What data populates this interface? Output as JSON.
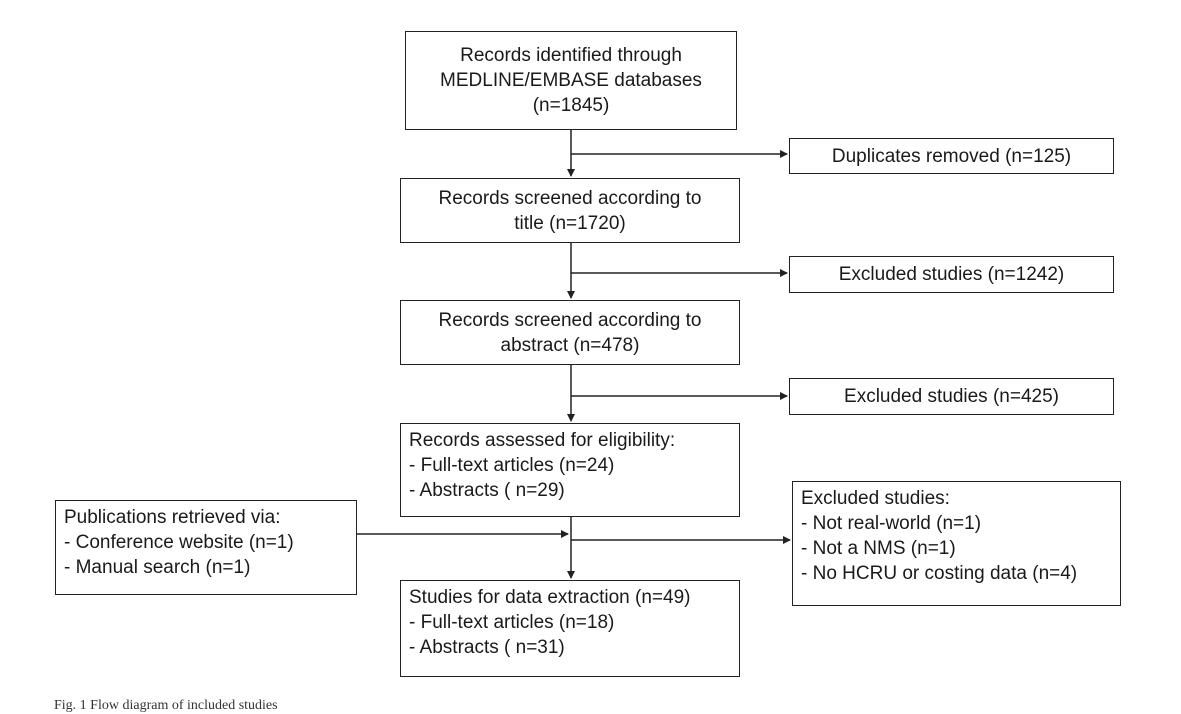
{
  "boxes": {
    "identified": {
      "lines": [
        "Records identified through",
        "MEDLINE/EMBASE databases",
        "(n=1845)"
      ]
    },
    "duplicates": {
      "lines": [
        "Duplicates removed (n=125)"
      ]
    },
    "screened_title": {
      "lines": [
        "Records screened according to",
        "title (n=1720)"
      ]
    },
    "excluded_title": {
      "lines": [
        "Excluded studies (n=1242)"
      ]
    },
    "screened_abstract": {
      "lines": [
        "Records screened according to",
        "abstract (n=478)"
      ]
    },
    "excluded_abstract": {
      "lines": [
        "Excluded studies (n=425)"
      ]
    },
    "eligibility": {
      "lines": [
        "Records assessed for eligibility:",
        "- Full-text articles (n=24)",
        "- Abstracts ( n=29)"
      ]
    },
    "excluded_eligibility": {
      "lines": [
        "Excluded studies:",
        "- Not real-world (n=1)",
        "- Not a NMS (n=1)",
        "- No HCRU or costing data (n=4)"
      ]
    },
    "publications": {
      "lines": [
        "Publications retrieved via:",
        "- Conference website (n=1)",
        "- Manual search (n=1)"
      ]
    },
    "extraction": {
      "lines": [
        "Studies for data extraction (n=49)",
        "- Full-text articles (n=18)",
        "- Abstracts ( n=31)"
      ]
    }
  },
  "caption": "Fig. 1 Flow diagram of included studies"
}
